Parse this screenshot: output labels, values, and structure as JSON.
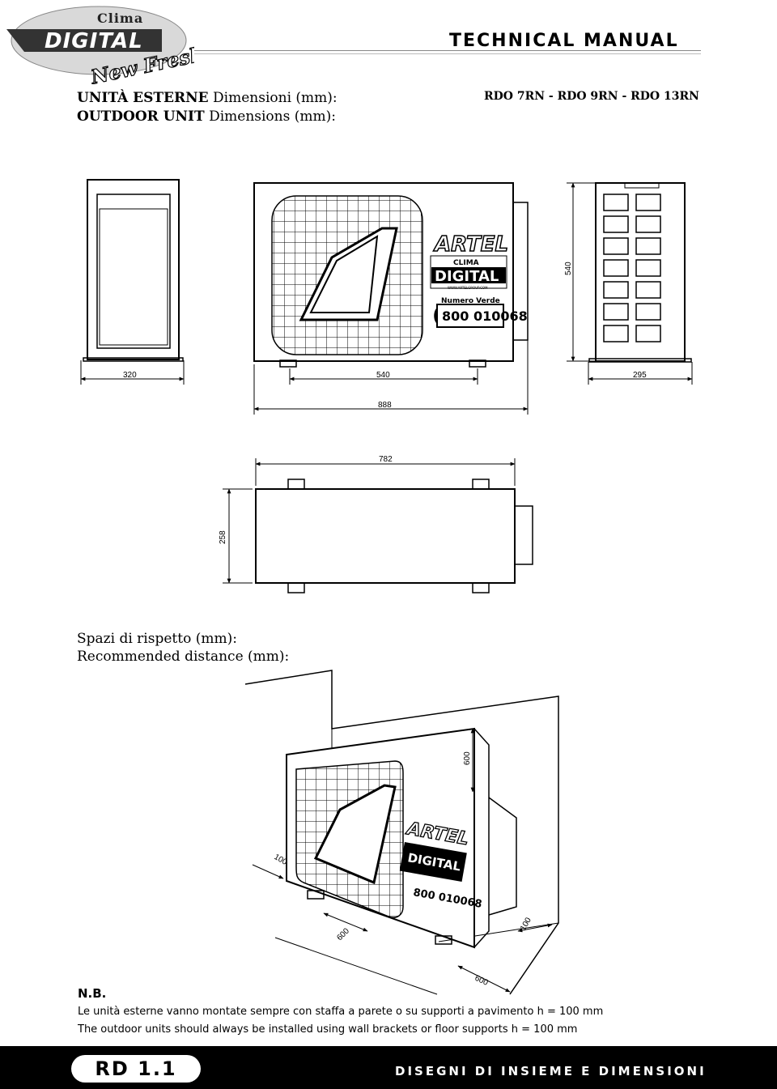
{
  "header": {
    "brand_top": "Clima",
    "brand_main": "DIGITAL",
    "brand_script": "New Fresh",
    "manual_title": "TECHNICAL MANUAL"
  },
  "section1": {
    "title_it_bold": "UNITÀ ESTERNE",
    "title_it_rest": "Dimensioni (mm):",
    "title_en_bold": "OUTDOOR UNIT",
    "title_en_rest": "Dimensions (mm):",
    "models": "RDO 7RN - RDO 9RN - RDO 13RN"
  },
  "unit_label": {
    "brand": "ARTEL",
    "clima": "CLIMA",
    "digital": "DIGITAL",
    "website": "WWW.ARTELGROUP.COM",
    "numero_verde": "Numero Verde",
    "phone": "800 010068"
  },
  "dimensions": {
    "side_width": "320",
    "front_height_base": "540",
    "right_width": "295",
    "right_height": "540",
    "total_width": "888",
    "top_width": "782",
    "top_depth": "258"
  },
  "section2": {
    "title_it": "Spazi di rispetto (mm):",
    "title_en": "Recommended distance (mm):"
  },
  "clearances": {
    "top": "600",
    "left": "100",
    "front": "600",
    "right": "100",
    "back": "600"
  },
  "notes": {
    "title": "N.B.",
    "line_it": "Le unità esterne vanno montate sempre con staffa a parete o su supporti a pavimento h = 100 mm",
    "line_en": "The outdoor units should always be installed using wall brackets or floor supports  h = 100 mm"
  },
  "footer": {
    "code": "RD 1.1",
    "section": "DISEGNI DI INSIEME E DIMENSIONI"
  },
  "colors": {
    "ink": "#000000",
    "footer_bg": "#000000",
    "logo_bg": "#2a2a2a"
  }
}
